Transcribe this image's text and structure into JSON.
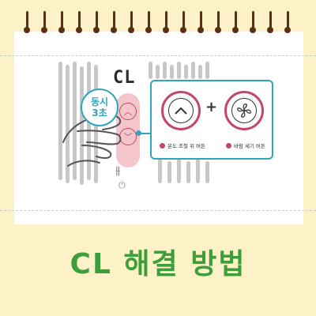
{
  "device": {
    "display_text": "CL"
  },
  "badge": {
    "line1": "동시",
    "line2": "3초"
  },
  "callout": {
    "plus": "+",
    "left_caption": "온도 조절 위 버튼",
    "right_caption": "바람 세기 버튼",
    "left_icon": "chevron-up-icon",
    "right_icon": "fan-icon"
  },
  "title": "CL 해결 방법",
  "colors": {
    "accent_teal": "#2fa6b8",
    "accent_pink": "#c2476a",
    "title_green": "#3e9e3a",
    "background": "#fdf1c7"
  }
}
